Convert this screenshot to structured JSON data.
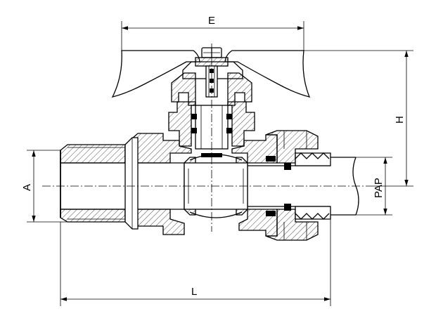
{
  "dimensions": {
    "E": "E",
    "H": "H",
    "A": "A",
    "L": "L",
    "PAP": "PAP"
  },
  "colors": {
    "line": "#000000",
    "background": "#ffffff"
  }
}
